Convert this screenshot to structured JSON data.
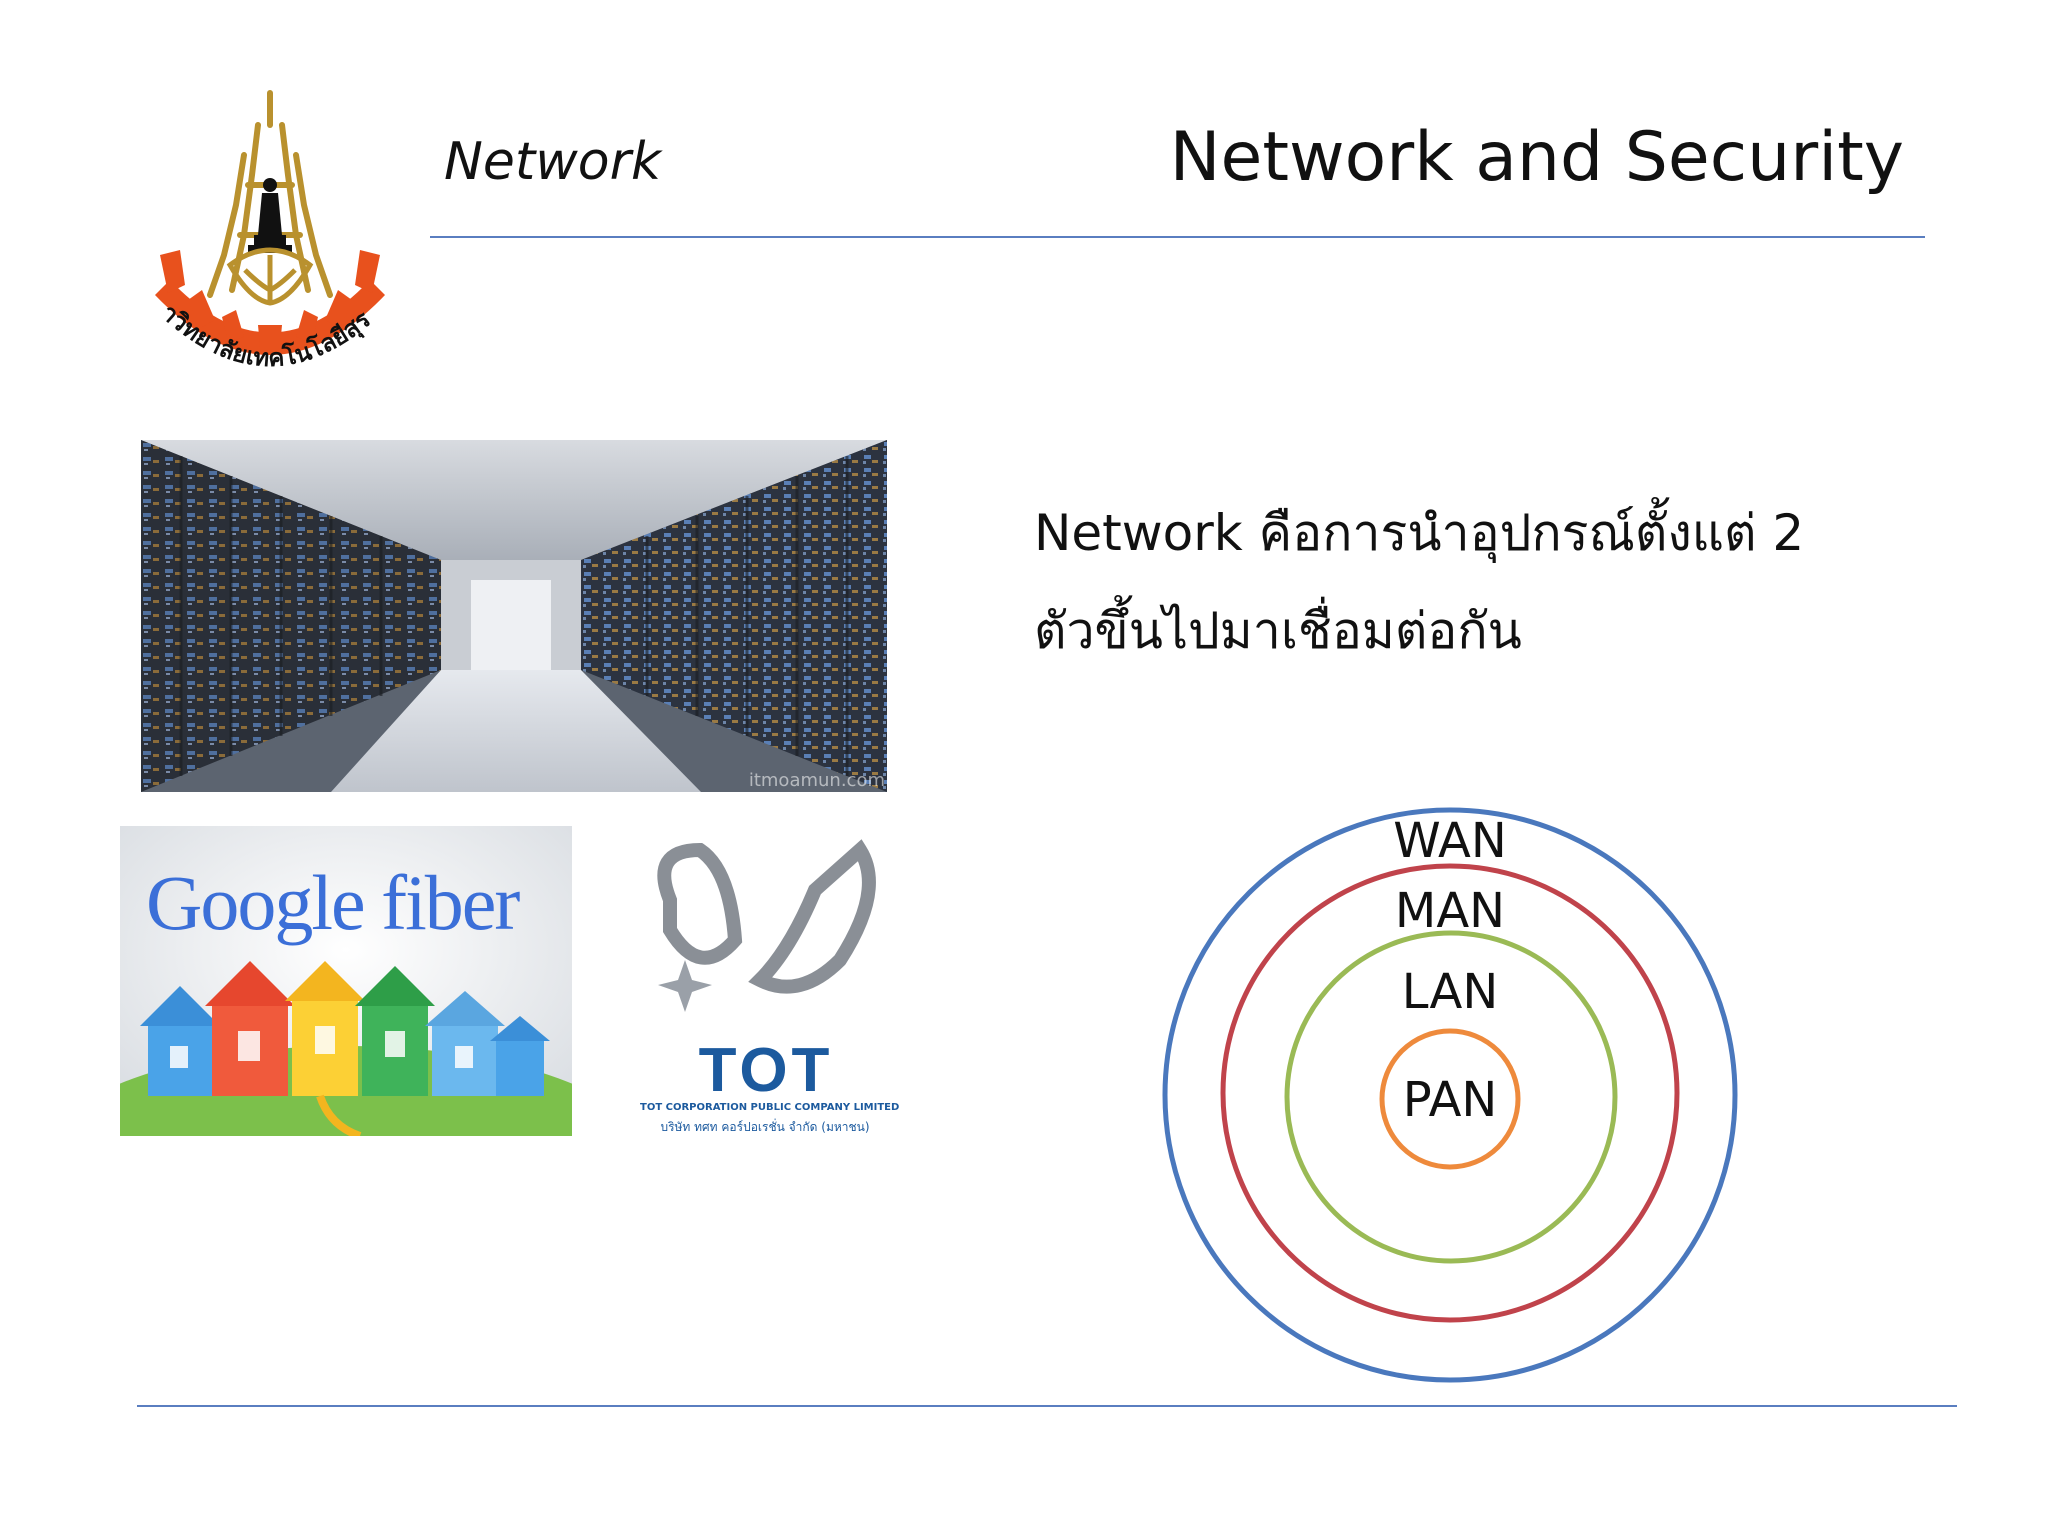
{
  "header": {
    "title": "Network and Security",
    "subtitle": "Network"
  },
  "logo": {
    "icon": "university-emblem-icon",
    "text": "มหาวิทยาลัยเทคโนโลยีสุรนารี",
    "color_orange": "#e8511d",
    "color_gold": "#b9912e"
  },
  "images": {
    "datacenter": {
      "icon": "datacenter-photo",
      "credit": "itmoamun.com"
    },
    "google_fiber": {
      "text": "Google fiber"
    },
    "tot": {
      "logo": "TOT",
      "line1": "TOT CORPORATION PUBLIC COMPANY LIMITED",
      "line2": "บริษัท ทศท คอร์ปอเรชั่น จำกัด (มหาชน)",
      "color": "#1c5a9e"
    }
  },
  "body": {
    "line1": "Network คือการนำอุปกรณ์ตั้งแต่ 2",
    "line2": "ตัวขึ้นไปมาเชื่อมต่อกัน"
  },
  "diagram": {
    "rings": [
      {
        "label": "WAN",
        "color": "#4a78bd"
      },
      {
        "label": "MAN",
        "color": "#c0434b"
      },
      {
        "label": "LAN",
        "color": "#9aba55"
      },
      {
        "label": "PAN",
        "color": "#ee8a3c"
      }
    ]
  },
  "colors": {
    "rule": "#5a7ec0"
  }
}
